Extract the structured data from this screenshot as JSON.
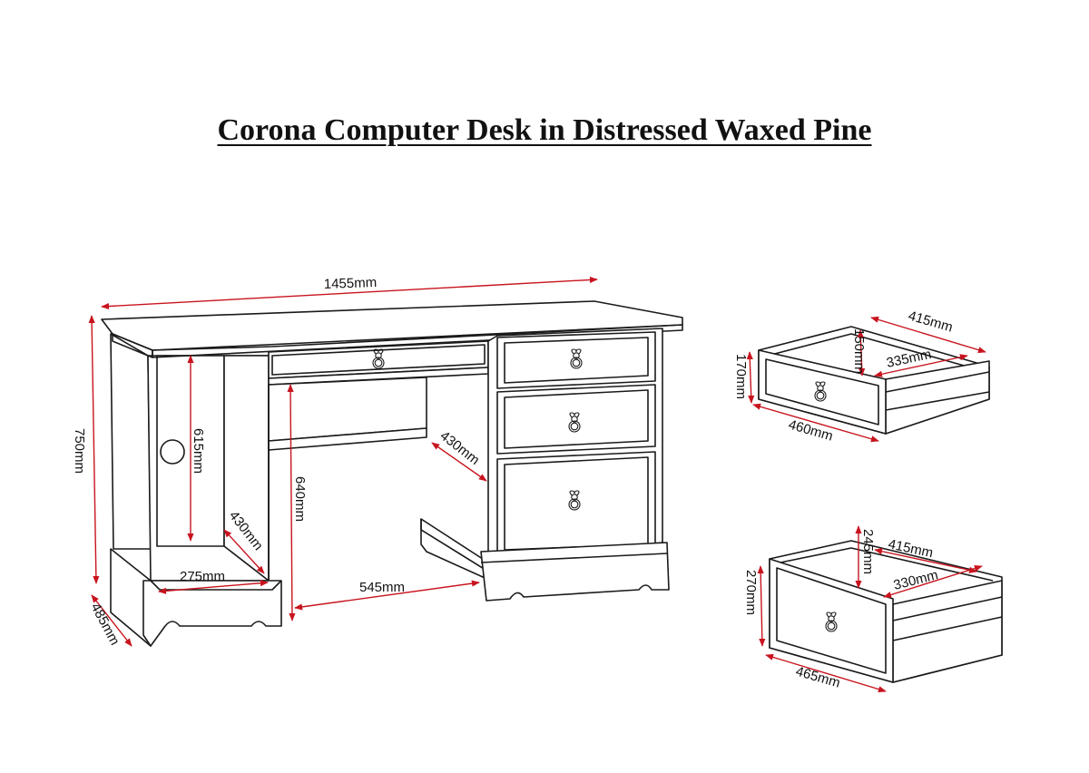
{
  "title": "Corona Computer Desk in Distressed Waxed Pine",
  "colors": {
    "dimension_line": "#c8141e",
    "outline": "#1a1a1a",
    "background": "#ffffff"
  },
  "desk": {
    "width": "1455mm",
    "height": "750mm",
    "depth": "485mm",
    "left_opening_height": "615mm",
    "left_opening_depth": "430mm",
    "left_opening_width": "275mm",
    "knee_space_height": "640mm",
    "knee_space_width": "545mm",
    "knee_space_depth": "430mm"
  },
  "small_drawer": {
    "inner_height": "150mm",
    "depth": "415mm",
    "inner_width": "335mm",
    "height": "170mm",
    "width": "460mm"
  },
  "large_drawer": {
    "inner_height": "245mm",
    "depth": "415mm",
    "inner_width": "330mm",
    "height": "270mm",
    "width": "465mm"
  }
}
